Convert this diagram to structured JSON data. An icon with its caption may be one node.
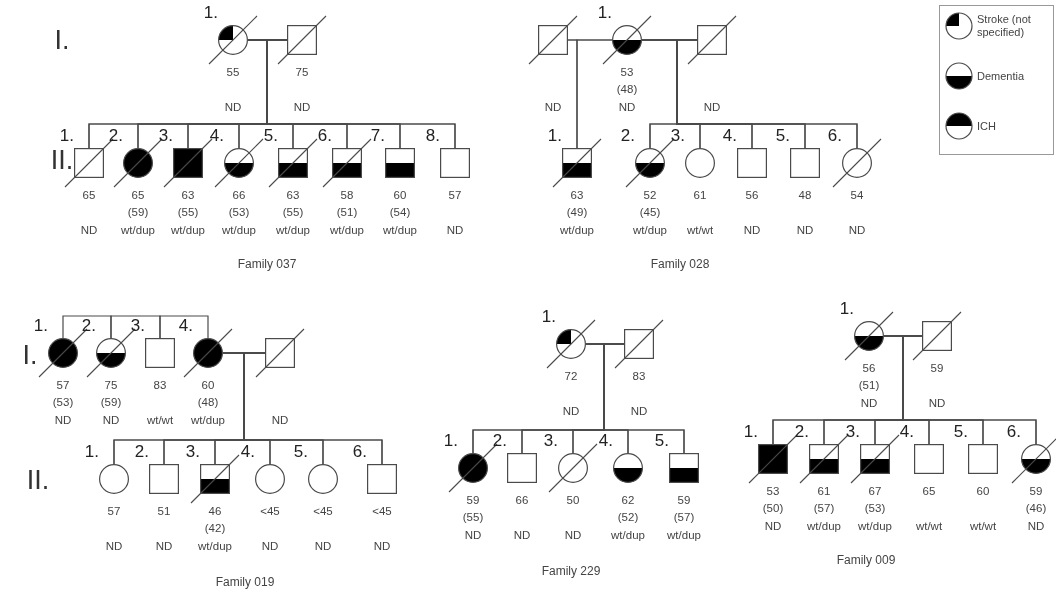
{
  "diagram": {
    "nodes": [
      {
        "text": [],
        "shape": "circle",
        "beside": [
          "1.",
          "55",
          "ND"
        ]
      },
      {
        "text": [],
        "shape": "box",
        "beside": [
          "75",
          "ND"
        ]
      },
      {
        "text": [],
        "shape": "box",
        "beside": [
          "1.",
          "65",
          "ND"
        ]
      },
      {
        "text": [],
        "shape": "circle",
        "beside": [
          "2.",
          "65",
          "(59)",
          "wt/dup"
        ]
      },
      {
        "text": [],
        "shape": "box",
        "beside": [
          "3.",
          "63",
          "(55)",
          "wt/dup"
        ]
      },
      {
        "text": [],
        "shape": "circle",
        "beside": [
          "4.",
          "66",
          "(53)",
          "wt/dup"
        ]
      },
      {
        "text": [],
        "shape": "box",
        "beside": [
          "5.",
          "63",
          "(55)",
          "wt/dup"
        ]
      },
      {
        "text": [],
        "shape": "box",
        "beside": [
          "6.",
          "58",
          "(51)",
          "wt/dup"
        ]
      },
      {
        "text": [],
        "shape": "box",
        "beside": [
          "7.",
          "60",
          "(54)",
          "wt/dup"
        ]
      },
      {
        "text": [],
        "shape": "box",
        "beside": [
          "8.",
          "57",
          "ND"
        ]
      },
      {
        "text": [],
        "shape": "box",
        "beside": [
          "ND"
        ]
      },
      {
        "text": [],
        "shape": "circle",
        "beside": [
          "1.",
          "53",
          "(48)",
          "ND"
        ]
      },
      {
        "text": [],
        "shape": "box",
        "beside": [
          "ND"
        ]
      },
      {
        "text": [],
        "shape": "box",
        "beside": [
          "1.",
          "63",
          "(49)",
          "wt/dup"
        ]
      },
      {
        "text": [],
        "shape": "circle",
        "beside": [
          "2.",
          "52",
          "(45)",
          "wt/dup"
        ]
      },
      {
        "text": [],
        "shape": "circle",
        "beside": [
          "3.",
          "61",
          "wt/wt"
        ]
      },
      {
        "text": [],
        "shape": "box",
        "beside": [
          "4.",
          "56",
          "ND"
        ]
      },
      {
        "text": [],
        "shape": "box",
        "beside": [
          "5.",
          "48",
          "ND"
        ]
      },
      {
        "text": [],
        "shape": "circle",
        "beside": [
          "6.",
          "54",
          "ND"
        ]
      },
      {
        "text": [],
        "shape": "circle",
        "beside": [
          "1.",
          "57",
          "(53)",
          "ND"
        ]
      },
      {
        "text": [],
        "shape": "circle",
        "beside": [
          "2.",
          "75",
          "(59)",
          "ND"
        ]
      },
      {
        "text": [],
        "shape": "box",
        "beside": [
          "3.",
          "83",
          "wt/wt"
        ]
      },
      {
        "text": [],
        "shape": "circle",
        "beside": [
          "4.",
          "60",
          "(48)",
          "wt/dup"
        ]
      },
      {
        "text": [],
        "shape": "box",
        "beside": [
          "ND"
        ]
      },
      {
        "text": [],
        "shape": "circle",
        "beside": [
          "1.",
          "57",
          "ND"
        ]
      },
      {
        "text": [],
        "shape": "box",
        "beside": [
          "2.",
          "51",
          "ND"
        ]
      },
      {
        "text": [],
        "shape": "box",
        "beside": [
          "3.",
          "46",
          "(42)",
          "wt/dup"
        ]
      },
      {
        "text": [],
        "shape": "circle",
        "beside": [
          "4.",
          "<45",
          "ND"
        ]
      },
      {
        "text": [],
        "shape": "circle",
        "beside": [
          "5.",
          "<45",
          "ND"
        ]
      },
      {
        "text": [],
        "shape": "box",
        "beside": [
          "6.",
          "<45",
          "ND"
        ]
      },
      {
        "text": [],
        "shape": "circle",
        "beside": [
          "1.",
          "72",
          "ND"
        ]
      },
      {
        "text": [],
        "shape": "box",
        "beside": [
          "83",
          "ND"
        ]
      },
      {
        "text": [],
        "shape": "circle",
        "beside": [
          "1.",
          "59",
          "(55)",
          "ND"
        ]
      },
      {
        "text": [],
        "shape": "box",
        "beside": [
          "2.",
          "66",
          "ND"
        ]
      },
      {
        "text": [],
        "shape": "circle",
        "beside": [
          "3.",
          "50",
          "ND"
        ]
      },
      {
        "text": [],
        "shape": "circle",
        "beside": [
          "4.",
          "62",
          "(52)",
          "wt/dup"
        ]
      },
      {
        "text": [],
        "shape": "box",
        "beside": [
          "5.",
          "59",
          "(57)",
          "wt/dup"
        ]
      },
      {
        "text": [],
        "shape": "circle",
        "beside": [
          "1.",
          "56",
          "(51)",
          "ND"
        ]
      },
      {
        "text": [],
        "shape": "box",
        "beside": [
          "59",
          "ND"
        ]
      },
      {
        "text": [],
        "shape": "box",
        "beside": [
          "1.",
          "53",
          "(50)",
          "ND"
        ]
      },
      {
        "text": [],
        "shape": "box",
        "beside": [
          "2.",
          "61",
          "(57)",
          "wt/dup"
        ]
      },
      {
        "text": [],
        "shape": "box",
        "beside": [
          "3.",
          "67",
          "(53)",
          "wt/dup"
        ]
      },
      {
        "text": [],
        "shape": "box",
        "beside": [
          "4.",
          "65",
          "wt/wt"
        ]
      },
      {
        "text": [],
        "shape": "box",
        "beside": [
          "5.",
          "60",
          "wt/wt"
        ]
      },
      {
        "text": [],
        "shape": "circle",
        "beside": [
          "6.",
          "59",
          "(46)",
          "ND"
        ]
      }
    ],
    "edges": [
      {
        "from": 0,
        "to": 1,
        "arrow": "none"
      },
      {
        "from": 0,
        "to": 2,
        "arrow": "none"
      },
      {
        "from": 0,
        "to": 3,
        "arrow": "none"
      },
      {
        "from": 0,
        "to": 4,
        "arrow": "none"
      },
      {
        "from": 0,
        "to": 5,
        "arrow": "none"
      },
      {
        "from": 0,
        "to": 6,
        "arrow": "none"
      },
      {
        "from": 0,
        "to": 7,
        "arrow": "none"
      },
      {
        "from": 0,
        "to": 8,
        "arrow": "none"
      },
      {
        "from": 0,
        "to": 9,
        "arrow": "none"
      },
      {
        "from": 1,
        "to": 2,
        "arrow": "none"
      },
      {
        "from": 1,
        "to": 3,
        "arrow": "none"
      },
      {
        "from": 1,
        "to": 4,
        "arrow": "none"
      },
      {
        "from": 1,
        "to": 5,
        "arrow": "none"
      },
      {
        "from": 1,
        "to": 6,
        "arrow": "none"
      },
      {
        "from": 1,
        "to": 7,
        "arrow": "none"
      },
      {
        "from": 1,
        "to": 8,
        "arrow": "none"
      },
      {
        "from": 1,
        "to": 9,
        "arrow": "none"
      },
      {
        "from": 10,
        "to": 11,
        "arrow": "none"
      },
      {
        "from": 11,
        "to": 12,
        "arrow": "none"
      },
      {
        "from": 10,
        "to": 13,
        "arrow": "none"
      },
      {
        "from": 11,
        "to": 13,
        "arrow": "none"
      },
      {
        "from": 11,
        "to": 14,
        "arrow": "none"
      },
      {
        "from": 11,
        "to": 15,
        "arrow": "none"
      },
      {
        "from": 11,
        "to": 16,
        "arrow": "none"
      },
      {
        "from": 11,
        "to": 17,
        "arrow": "none"
      },
      {
        "from": 11,
        "to": 18,
        "arrow": "none"
      },
      {
        "from": 12,
        "to": 14,
        "arrow": "none"
      },
      {
        "from": 12,
        "to": 15,
        "arrow": "none"
      },
      {
        "from": 12,
        "to": 16,
        "arrow": "none"
      },
      {
        "from": 12,
        "to": 17,
        "arrow": "none"
      },
      {
        "from": 12,
        "to": 18,
        "arrow": "none"
      },
      {
        "from": 19,
        "to": 20,
        "arrow": "none"
      },
      {
        "from": 20,
        "to": 21,
        "arrow": "none"
      },
      {
        "from": 21,
        "to": 22,
        "arrow": "none"
      },
      {
        "from": 22,
        "to": 23,
        "arrow": "none"
      },
      {
        "from": 22,
        "to": 24,
        "arrow": "none"
      },
      {
        "from": 22,
        "to": 25,
        "arrow": "none"
      },
      {
        "from": 22,
        "to": 26,
        "arrow": "none"
      },
      {
        "from": 22,
        "to": 27,
        "arrow": "none"
      },
      {
        "from": 22,
        "to": 28,
        "arrow": "none"
      },
      {
        "from": 22,
        "to": 29,
        "arrow": "none"
      },
      {
        "from": 23,
        "to": 24,
        "arrow": "none"
      },
      {
        "from": 23,
        "to": 25,
        "arrow": "none"
      },
      {
        "from": 23,
        "to": 26,
        "arrow": "none"
      },
      {
        "from": 23,
        "to": 27,
        "arrow": "none"
      },
      {
        "from": 23,
        "to": 28,
        "arrow": "none"
      },
      {
        "from": 23,
        "to": 29,
        "arrow": "none"
      },
      {
        "from": 30,
        "to": 31,
        "arrow": "none"
      },
      {
        "from": 30,
        "to": 32,
        "arrow": "none"
      },
      {
        "from": 30,
        "to": 33,
        "arrow": "none"
      },
      {
        "from": 30,
        "to": 34,
        "arrow": "none"
      },
      {
        "from": 30,
        "to": 35,
        "arrow": "none"
      },
      {
        "from": 30,
        "to": 36,
        "arrow": "none"
      },
      {
        "from": 31,
        "to": 32,
        "arrow": "none"
      },
      {
        "from": 31,
        "to": 33,
        "arrow": "none"
      },
      {
        "from": 31,
        "to": 34,
        "arrow": "none"
      },
      {
        "from": 31,
        "to": 35,
        "arrow": "none"
      },
      {
        "from": 31,
        "to": 36,
        "arrow": "none"
      },
      {
        "from": 37,
        "to": 38,
        "arrow": "none"
      },
      {
        "from": 37,
        "to": 39,
        "arrow": "none"
      },
      {
        "from": 37,
        "to": 40,
        "arrow": "none"
      },
      {
        "from": 37,
        "to": 41,
        "arrow": "none"
      },
      {
        "from": 37,
        "to": 42,
        "arrow": "none"
      },
      {
        "from": 37,
        "to": 43,
        "arrow": "none"
      },
      {
        "from": 37,
        "to": 44,
        "arrow": "none"
      },
      {
        "from": 38,
        "to": 39,
        "arrow": "none"
      },
      {
        "from": 38,
        "to": 40,
        "arrow": "none"
      },
      {
        "from": 38,
        "to": 41,
        "arrow": "none"
      },
      {
        "from": 38,
        "to": 42,
        "arrow": "none"
      },
      {
        "from": 38,
        "to": 43,
        "arrow": "none"
      },
      {
        "from": 38,
        "to": 44,
        "arrow": "none"
      }
    ],
    "labels": [
      "I.",
      "II.",
      "Family 037",
      "Family 028",
      "I.",
      "II.",
      "Family 019",
      "Family 229",
      "Family 009"
    ],
    "legend": [
      {
        "text": "Stroke (not specified)"
      },
      {
        "text": "Dementia"
      },
      {
        "text": "ICH"
      }
    ]
  }
}
